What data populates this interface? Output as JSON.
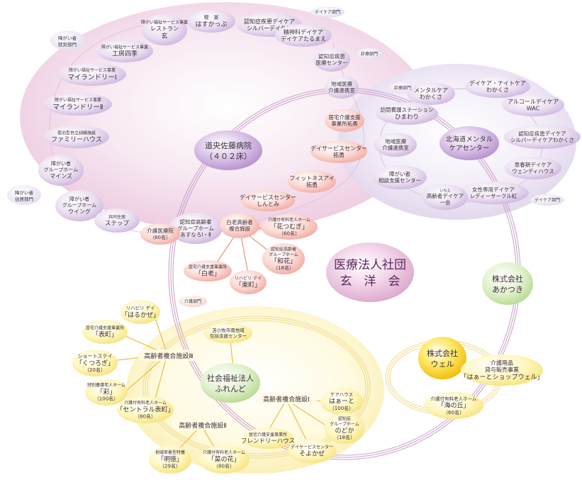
{
  "center_title": [
    "医療法人社団",
    "玄　洋　会"
  ],
  "hubs": {
    "hospital": [
      "道央佐藤病院",
      "（４０２床）"
    ],
    "mental": [
      "北海道メンタル",
      "ケアセンター"
    ],
    "fureai": [
      "社会福祉法人",
      "ふれんど"
    ],
    "akatsuki": [
      "株式会社",
      "あかつき"
    ],
    "well": [
      "株式会社",
      "ウェル"
    ]
  },
  "hospital_ring": {
    "purple_nodes": [
      [
        "喫　茶",
        "はすかっぷ"
      ],
      [
        "認知症疾患デイケア",
        "シルバーデイケア"
      ],
      [
        "精神科デイケア",
        "デイケアたるまえ"
      ],
      [
        "認知症疾患",
        "医療センター"
      ],
      [
        "地域医療",
        "介護連携室"
      ],
      [
        "障がい福祉サービス事業",
        "レストラン",
        "玄"
      ],
      [
        "障がい福祉サービス事業",
        "工房四季"
      ],
      [
        "障がい福祉サービス事業",
        "マイランドリーⅠ"
      ],
      [
        "障がい福祉サービス事業",
        "マイランドリーⅡ"
      ],
      [
        "宿泊型自立訓練施設",
        "ファミリーハウス"
      ],
      [
        "障がい者",
        "グループホーム",
        "マインズ"
      ],
      [
        "障がい者",
        "グループホーム",
        "ウイング"
      ],
      [
        "共同住居",
        "ステップ"
      ],
      [
        "認知症高齢者",
        "グループホーム",
        "あすなろⅠ・Ⅱ"
      ]
    ],
    "pink_nodes": [
      [
        "居宅介護支援",
        "事業所拓勇"
      ],
      [
        "デイサービスセンター",
        "拓勇"
      ],
      [
        "フィットネスアイ",
        "拓勇"
      ],
      [
        "デイサービスセンター",
        "しんとみ"
      ],
      [
        "介護医療院",
        "（60名）"
      ]
    ],
    "tags": [
      "デイケア部門",
      "診療部門",
      "障がい者就労部門",
      "障がい者住居部門",
      "介護部門"
    ]
  },
  "white_cluster": {
    "hub": [
      "白老高齢者",
      "複合施設"
    ],
    "children": [
      [
        "介護付有料老人ホーム",
        "「花つむぎ」",
        "（60名）"
      ],
      [
        "認知症高齢者",
        "グループホーム",
        "「和花」",
        "（18名）"
      ],
      [
        "リハビリ デイ",
        "「東町」"
      ],
      [
        "居宅介護支援事業所",
        "「白老」"
      ]
    ]
  },
  "mental_ring": {
    "nodes": [
      [
        "メンタルケア",
        "わかくさ"
      ],
      [
        "デイケア・ナイトケア",
        "わかくさ"
      ],
      [
        "アルコールデイケア",
        "WAC"
      ],
      [
        "認知症疾患デイケア",
        "シルバーデイケアわかくさ"
      ],
      [
        "思春期デイケア",
        "ウェンディハウス"
      ],
      [
        "女性専用デイケア",
        "レディーサークル虹"
      ],
      [
        "いちえ",
        "高齢者デイケア",
        "一会"
      ],
      [
        "障がい者",
        "相談支援センター"
      ],
      [
        "地域医療",
        "介護連携室"
      ],
      [
        "訪問看護ステーション",
        "ひまわり"
      ]
    ],
    "tags": [
      "診療部門",
      "デイケア部門"
    ]
  },
  "fureai_ring": {
    "complexes": [
      "高齢者複合施設Ⅲ",
      "高齢者複合施設Ⅱ",
      "高齢者複合施設Ⅰ"
    ],
    "support_center": [
      "苫小牧市南地域",
      "包括支援センター"
    ],
    "group3": [
      [
        "リハビリ デイ",
        "「はるかぜ」"
      ],
      [
        "居宅介護支援事業所",
        "「表町」"
      ],
      [
        "ショートステイ",
        "「くつろぎ」",
        "（20名）"
      ],
      [
        "特別養護老人ホーム",
        "「彩」",
        "（100名）"
      ],
      [
        "介護付有料老人ホーム",
        "「セントラル表町」",
        "（80名）"
      ]
    ],
    "group2": [
      [
        "地域密着型特養",
        "「明徳」",
        "（29名）"
      ],
      [
        "介護付有料老人ホーム",
        "「菜の花」",
        "（80名）"
      ]
    ],
    "group1": [
      [
        "ケアハウス",
        "はぁーと",
        "（100名）"
      ],
      [
        "認知症",
        "グループホーム",
        "のどか",
        "（18名）"
      ],
      [
        "デイサービスセンター",
        "そよかぜ"
      ],
      [
        "居宅介護支援事業所",
        "フレンドリーハウス"
      ]
    ]
  },
  "well_ring": {
    "nodes": [
      [
        "介護用品",
        "貸与販売事業",
        "「はぁーとショップウェル」"
      ],
      [
        "介護付有料老人ホーム",
        "「海の丘」",
        "（60名）"
      ]
    ]
  }
}
